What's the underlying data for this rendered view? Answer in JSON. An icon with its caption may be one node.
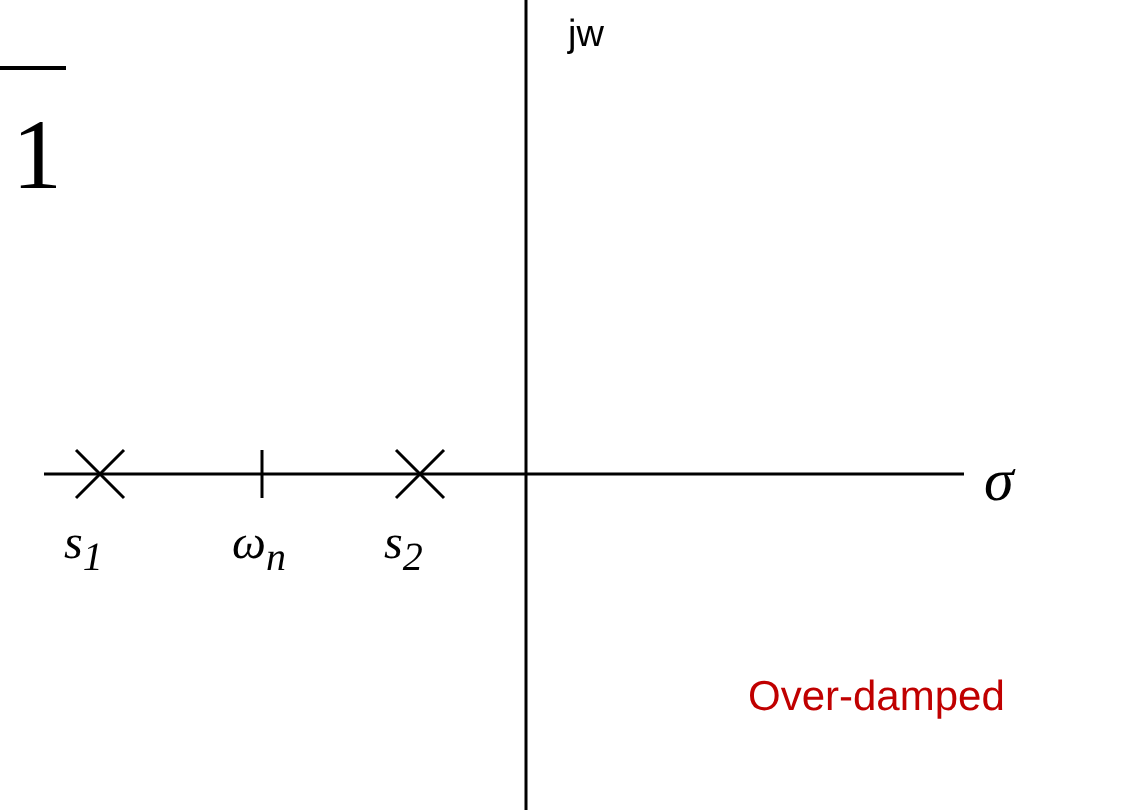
{
  "diagram": {
    "labels": [
      "1",
      "jw",
      "σ",
      "s$_{1}$",
      "ω$_{n}$",
      "s$_{2}$",
      "Over-damped"
    ]
  }
}
